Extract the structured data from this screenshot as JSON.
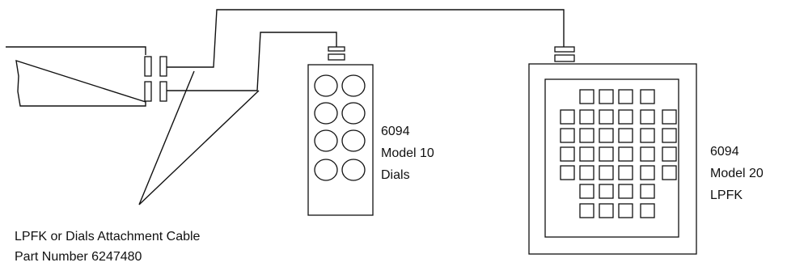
{
  "dials": {
    "number": "6094",
    "model": "Model 10",
    "name": "Dials"
  },
  "lpfk": {
    "number": "6094",
    "model": "Model 20",
    "name": "LPFK"
  },
  "cable": {
    "line1": "LPFK or Dials Attachment Cable",
    "line2": "Part Number 6247480"
  }
}
